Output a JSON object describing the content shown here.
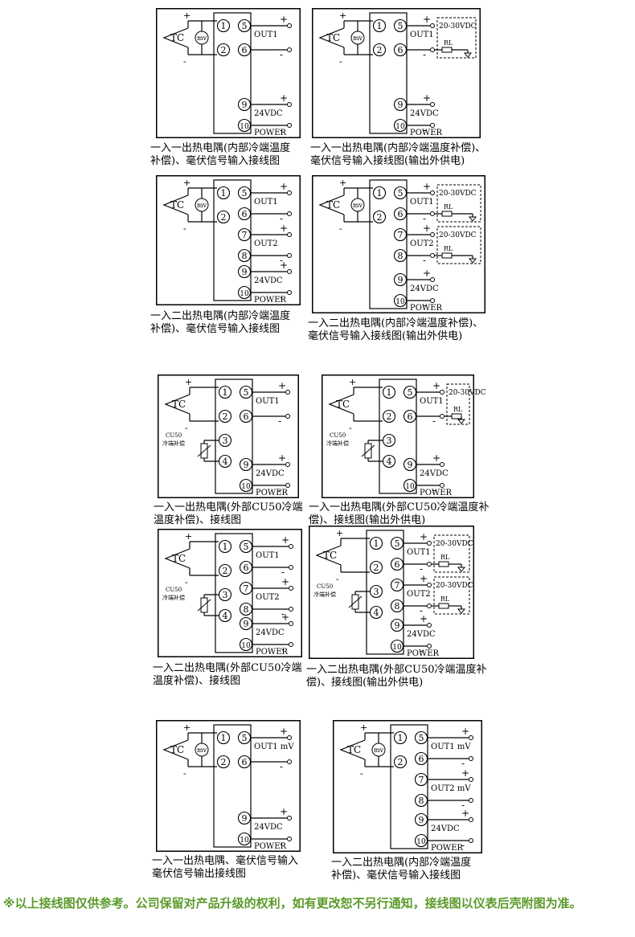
{
  "labels": {
    "tc": "TC",
    "mv": "mv",
    "out1": "OUT1",
    "out2": "OUT2",
    "out1_mv": "OUT1 mV",
    "out2_mv": "OUT2 mV",
    "vdc24": "24VDC",
    "power": "POWER",
    "supply": "20-30VDC",
    "rl": "RL",
    "cu50": "CU50",
    "cu50_sub": "冷端补偿",
    "plus": "+",
    "minus": "-"
  },
  "panels": [
    {
      "id": "p1",
      "tc": "int",
      "outs": 1,
      "ext": false,
      "caption": "一入一出热电隅(内部冷端温度\n补偿)、毫伏信号输入接线图"
    },
    {
      "id": "p2",
      "tc": "int",
      "outs": 1,
      "ext": true,
      "caption": "一入一出热电隅(内部冷端温度补偿)、\n毫伏信号输入接线图(输出外供电)"
    },
    {
      "id": "p3",
      "tc": "int",
      "outs": 2,
      "ext": false,
      "caption": "一入二出热电隅(内部冷端温度\n补偿)、毫伏信号输入接线图"
    },
    {
      "id": "p4",
      "tc": "int",
      "outs": 2,
      "ext": true,
      "caption": "一入二出热电隅(内部冷端温度补偿)、\n毫伏信号输入接线图(输出外供电)"
    },
    {
      "id": "p5",
      "tc": "cu50",
      "outs": 1,
      "ext": false,
      "caption": "一入一出热电隅(外部CU50冷端\n温度补偿)、接线图"
    },
    {
      "id": "p6",
      "tc": "cu50",
      "outs": 1,
      "ext": true,
      "caption": "一入一出热电隅(外部CU50冷端温度补\n偿)、接线图(输出外供电)"
    },
    {
      "id": "p7",
      "tc": "cu50",
      "outs": 2,
      "ext": false,
      "caption": "一入二出热电隅(外部CU50冷端\n温度补偿)、接线图"
    },
    {
      "id": "p8",
      "tc": "cu50",
      "outs": 2,
      "ext": true,
      "caption": "一入二出热电隅(外部CU50冷端温度补\n偿)、接线图(输出外供电)"
    },
    {
      "id": "p9",
      "tc": "int",
      "outs": 1,
      "ext": false,
      "mv": true,
      "caption": "一入一出热电隅、毫伏信号输入\n毫伏信号输出接线图"
    },
    {
      "id": "p10",
      "tc": "int",
      "outs": 2,
      "ext": false,
      "mv": true,
      "caption": "一入二出热电隅(内部冷端温度\n补偿)、毫伏信号输入接线图"
    }
  ],
  "footer": "※以上接线图仅供参考。公司保留对产品升级的权利，如有更改恕不另行通知，接线图以仪表后壳附图为准。"
}
